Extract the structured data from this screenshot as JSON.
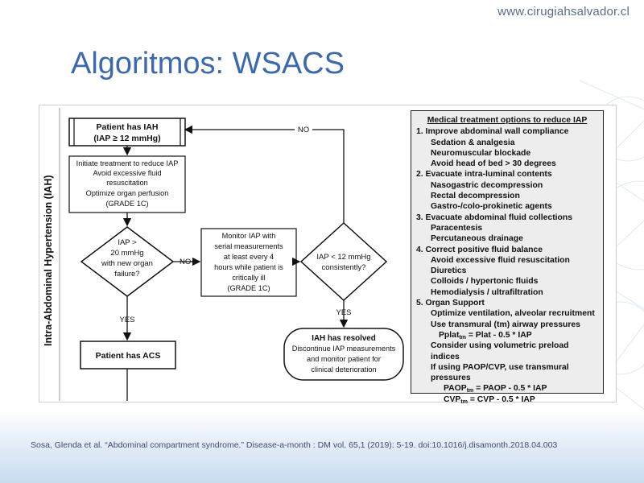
{
  "header": {
    "site_url": "www.cirugiahsalvador.cl",
    "title": "Algoritmos: WSACS"
  },
  "figure": {
    "side_label": "Intra-Abdominal Hypertension (IAH)",
    "patient_has_iah": {
      "line1": "Patient has IAH",
      "line2": "(IAP ≥ 12 mmHg)"
    },
    "initiate": {
      "line1": "Initiate treatment to reduce IAP",
      "line2": "Avoid excessive fluid",
      "line3": "resuscitation",
      "line4": "Optimize organ perfusion",
      "line5": "(GRADE 1C)"
    },
    "decision_iap20": {
      "line1": "IAP >",
      "line2": "20 mmHg",
      "line3": "with new organ",
      "line4": "failure?"
    },
    "monitor": {
      "line1": "Monitor IAP with",
      "line2": "serial measurements",
      "line3": "at least every 4",
      "line4": "hours while patient is",
      "line5": "critically ill",
      "line6": "(GRADE 1C)"
    },
    "decision_iap12": {
      "line1": "IAP < 12 mmHg",
      "line2": "consistently?"
    },
    "label_no_top": "NO",
    "label_no_mid": "NO",
    "label_yes_left": "YES",
    "label_yes_right": "YES",
    "patient_has_acs": "Patient has ACS",
    "iah_resolved": {
      "line1": "IAH has resolved",
      "line2": "Discontinue IAP measurements",
      "line3": "and monitor patient for",
      "line4": "clinical deterioration"
    },
    "medical_options": {
      "title": "Medical treatment options to reduce IAP",
      "s1": "1. Improve abdominal wall compliance",
      "s1a": "Sedation & analgesia",
      "s1b": "Neuromuscular blockade",
      "s1c": "Avoid head of bed > 30 degrees",
      "s2": "2. Evacuate intra-luminal contents",
      "s2a": "Nasogastric decompression",
      "s2b": "Rectal decompression",
      "s2c": "Gastro-/colo-prokinetic agents",
      "s3": "3. Evacuate abdominal fluid collections",
      "s3a": "Paracentesis",
      "s3b": "Percutaneous drainage",
      "s4": "4. Correct positive fluid balance",
      "s4a": "Avoid excessive fluid resuscitation",
      "s4b": "Diuretics",
      "s4c": "Colloids / hypertonic fluids",
      "s4d": "Hemodialysis / ultrafiltration",
      "s5": "5. Organ Support",
      "s5a": "Optimize ventilation, alveolar recruitment",
      "s5b": "Use transmural (tm) airway pressures",
      "f1_a": "Pplat",
      "f1_sub": "tm",
      "f1_b": " = Plat - 0.5 * IAP",
      "s5c": "Consider using volumetric preload indices",
      "s5d": "If using PAOP/CVP, use transmural pressures",
      "f2_a": "PAOP",
      "f2_sub": "tm",
      "f2_b": " = PAOP - 0.5 * IAP",
      "f3_a": "CVP",
      "f3_sub": "tm",
      "f3_b": " = CVP - 0.5 * IAP"
    }
  },
  "footer": {
    "citation": "Sosa, Glenda et al. “Abdominal compartment syndrome.” Disease-a-month : DM vol. 65,1 (2019): 5-19. doi:10.1016/j.disamonth.2018.04.003"
  }
}
